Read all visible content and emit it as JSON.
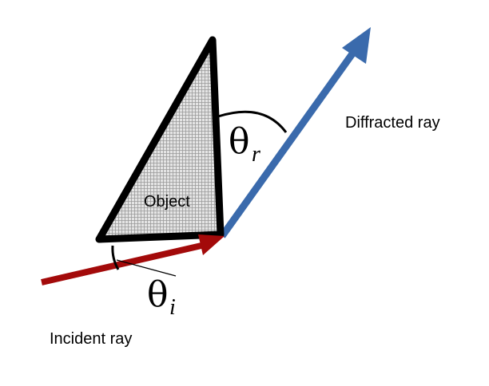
{
  "labels": {
    "object": "Object",
    "incident": "Incident ray",
    "diffracted": "Diffracted ray",
    "theta": "θ",
    "sub_incident": "i",
    "sub_diffracted": "r"
  },
  "colors": {
    "incident_ray": "#a30a0a",
    "diffracted_ray": "#3a6aac",
    "object_outline": "#000000",
    "object_fill": "#d8d8d8",
    "hatch": "#9a9a9a"
  }
}
